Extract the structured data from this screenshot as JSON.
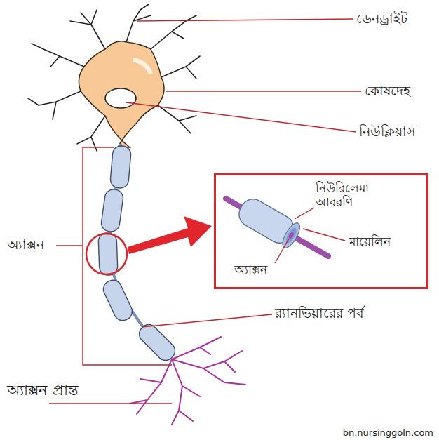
{
  "diagram": {
    "nodes": [
      {
        "text": [
          "নিউরিলেমা আবরণি",
          "মায়েলিন",
          "অ্যাক্সন"
        ]
      }
    ],
    "labels": [
      "ডেনড্রাইট",
      "কোষদেহ",
      "নিউক্লিয়াস",
      "অ্যাক্সন",
      "র‍্যানভিয়ারের পর্ব",
      "অ্যাক্সন প্রান্ত",
      "bn.nursinggoln.com"
    ]
  }
}
